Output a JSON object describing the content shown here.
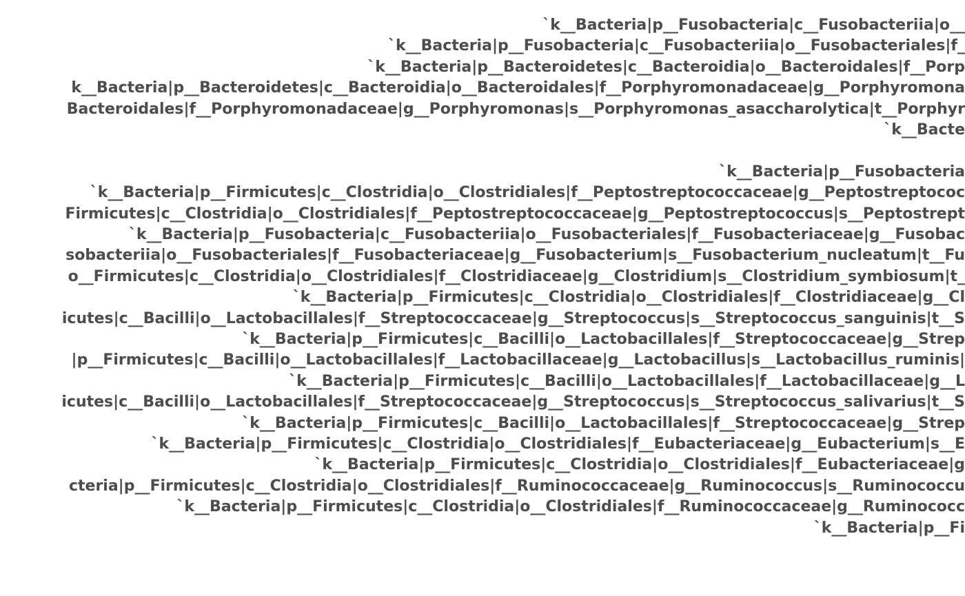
{
  "colors": {
    "text": "#4d4d4d",
    "background": "#ffffff"
  },
  "chart_data": {
    "type": "bar",
    "tick_labels": [
      {
        "visible": "`k__Bacteria|p__Fusobacteria|c__Fusobacteriia|o__"
      },
      {
        "visible": "`k__Bacteria|p__Fusobacteria|c__Fusobacteriia|o__Fusobacteriales|f_"
      },
      {
        "visible": "`k__Bacteria|p__Bacteroidetes|c__Bacteroidia|o__Bacteroidales|f__Porp"
      },
      {
        "visible": "k__Bacteria|p__Bacteroidetes|c__Bacteroidia|o__Bacteroidales|f__Porphyromonadaceae|g__Porphyromona"
      },
      {
        "visible": "Bacteroidales|f__Porphyromonadaceae|g__Porphyromonas|s__Porphyromonas_asaccharolytica|t__Porphyr"
      },
      {
        "visible": "`k__Bacte"
      },
      {
        "visible": ""
      },
      {
        "visible": "`k__Bacteria|p__Fusobacteria"
      },
      {
        "visible": "`k__Bacteria|p__Firmicutes|c__Clostridia|o__Clostridiales|f__Peptostreptococcaceae|g__Peptostreptococ"
      },
      {
        "visible": "Firmicutes|c__Clostridia|o__Clostridiales|f__Peptostreptococcaceae|g__Peptostreptococcus|s__Peptostrept"
      },
      {
        "visible": "`k__Bacteria|p__Fusobacteria|c__Fusobacteriia|o__Fusobacteriales|f__Fusobacteriaceae|g__Fusobac"
      },
      {
        "visible": "sobacteriia|o__Fusobacteriales|f__Fusobacteriaceae|g__Fusobacterium|s__Fusobacterium_nucleatum|t__Fu"
      },
      {
        "visible": "o__Firmicutes|c__Clostridia|o__Clostridiales|f__Clostridiaceae|g__Clostridium|s__Clostridium_symbiosum|t_"
      },
      {
        "visible": "`k__Bacteria|p__Firmicutes|c__Clostridia|o__Clostridiales|f__Clostridiaceae|g__Cl"
      },
      {
        "visible": "icutes|c__Bacilli|o__Lactobacillales|f__Streptococcaceae|g__Streptococcus|s__Streptococcus_sanguinis|t__S"
      },
      {
        "visible": "`k__Bacteria|p__Firmicutes|c__Bacilli|o__Lactobacillales|f__Streptococcaceae|g__Strep"
      },
      {
        "visible": "|p__Firmicutes|c__Bacilli|o__Lactobacillales|f__Lactobacillaceae|g__Lactobacillus|s__Lactobacillus_ruminis|"
      },
      {
        "visible": "`k__Bacteria|p__Firmicutes|c__Bacilli|o__Lactobacillales|f__Lactobacillaceae|g__L"
      },
      {
        "visible": "icutes|c__Bacilli|o__Lactobacillales|f__Streptococcaceae|g__Streptococcus|s__Streptococcus_salivarius|t__S"
      },
      {
        "visible": "`k__Bacteria|p__Firmicutes|c__Bacilli|o__Lactobacillales|f__Streptococcaceae|g__Strep"
      },
      {
        "visible": "`k__Bacteria|p__Firmicutes|c__Clostridia|o__Clostridiales|f__Eubacteriaceae|g__Eubacterium|s__E"
      },
      {
        "visible": "`k__Bacteria|p__Firmicutes|c__Clostridia|o__Clostridiales|f__Eubacteriaceae|g"
      },
      {
        "visible": "cteria|p__Firmicutes|c__Clostridia|o__Clostridiales|f__Ruminococcaceae|g__Ruminococcus|s__Ruminococcu"
      },
      {
        "visible": "`k__Bacteria|p__Firmicutes|c__Clostridia|o__Clostridiales|f__Ruminococcaceae|g__Ruminococc"
      },
      {
        "visible": "`k__Bacteria|p__Fi"
      }
    ]
  }
}
